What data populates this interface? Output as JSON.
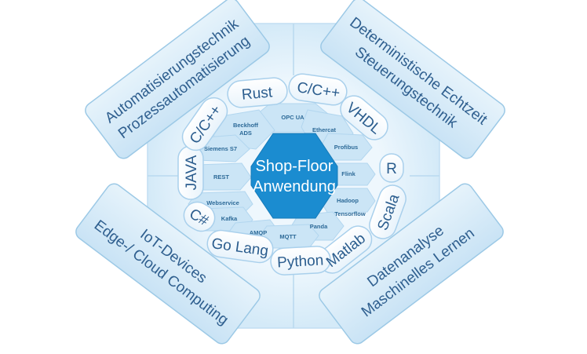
{
  "center": {
    "line1": "Shop-Floor",
    "line2": "Anwendung",
    "color": "#1b8cd0"
  },
  "corners": {
    "top_left": {
      "line1": "Automatisierungstechnik",
      "line2": "Prozessautomatisierung"
    },
    "top_right": {
      "line1": "Deterministische Echtzeit",
      "line2": "Steuerungstechnik"
    },
    "bottom_left": {
      "line1": "IoT-Devices",
      "line2": "Edge-/ Cloud Computing"
    },
    "bottom_right": {
      "line1": "Datenanalyse",
      "line2": "Maschinelles Lernen"
    }
  },
  "languages": {
    "rust": "Rust",
    "cpp_top": "C/C++",
    "vhdl": "VHDL",
    "r": "R",
    "scala": "Scala",
    "matlab": "Matlab",
    "python": "Python",
    "golang": "Go Lang",
    "csharp": "C#",
    "java": "JAVA",
    "cpp_left": "C/C++"
  },
  "protocols": {
    "opcua": "OPC UA",
    "beckhoff_1": "Beckhoff",
    "beckhoff_2": "ADS",
    "ethercat": "Ethercat",
    "siemens": "Siemens S7",
    "profibus": "Profibus",
    "rest": "REST",
    "flink": "Flink",
    "hadoop": "Hadoop",
    "webservice": "Webservice",
    "tensorflow": "Tensorflow",
    "kafka": "Kafka",
    "panda": "Panda",
    "amqp": "AMQP",
    "mqtt": "MQTT"
  },
  "colors": {
    "corner_fill": "#d6ebf8",
    "corner_stroke": "#9cc9e6",
    "text": "#2f5f8f",
    "ring": "#e3f1fb",
    "hex": "#cbe5f6"
  }
}
